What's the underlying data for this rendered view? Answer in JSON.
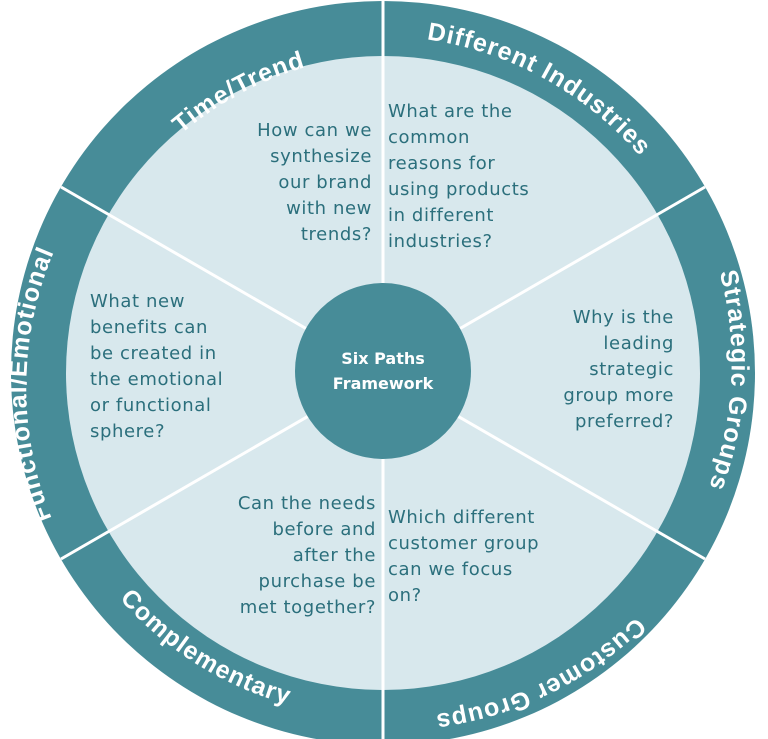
{
  "colors": {
    "ring": "#478c98",
    "inner": "#d8e8ed",
    "divider": "#ffffff",
    "hub": "#478c98",
    "text": "#2b6f7c"
  },
  "center": {
    "line1": "Six Paths",
    "line2": "Framework"
  },
  "paths": [
    {
      "label": "Time/Trend",
      "question": "How can we\nsynthesize\nour brand\nwith new\ntrends?"
    },
    {
      "label": "Different Industries",
      "question": "What are the\ncommon\nreasons for\nusing products\nin different\nindustries?"
    },
    {
      "label": "Strategic Groups",
      "question": "Why is the\nleading\nstrategic\ngroup more\npreferred?"
    },
    {
      "label": "Customer Groups",
      "question": "Which different\ncustomer group\ncan we focus\non?"
    },
    {
      "label": "Complementary",
      "question": "Can the needs\nbefore and\nafter the\npurchase be\nmet together?"
    },
    {
      "label": "Functional/Emotional",
      "question": "What new\nbenefits can\nbe created in\nthe emotional\nor functional\nsphere?"
    }
  ]
}
